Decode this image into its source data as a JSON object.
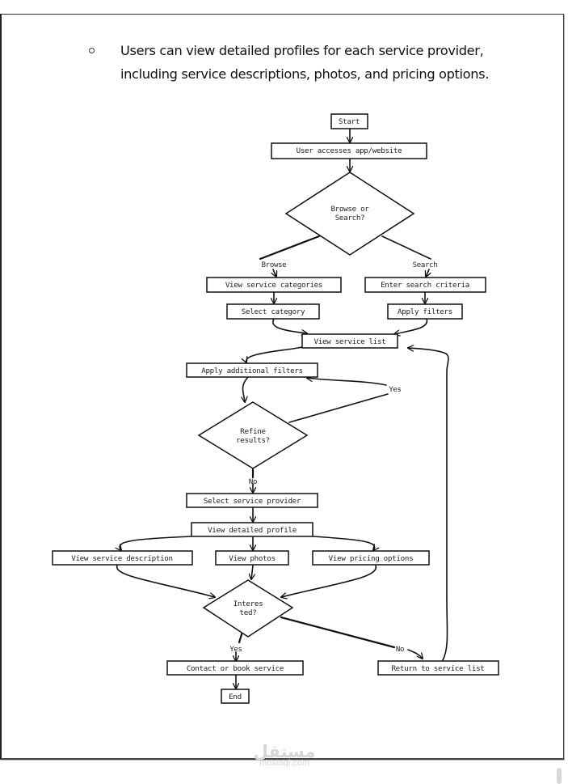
{
  "document": {
    "bullet_text_line1": "Users can view detailed profiles for each service provider,",
    "bullet_text_line2": "including service descriptions, photos, and pricing options.",
    "bullet_icon": "hollow-circle-bullet"
  },
  "flowchart": {
    "nodes": {
      "start": "Start",
      "access": "User accesses app/website",
      "browse_or_search": [
        "Browse or",
        "Search?"
      ],
      "view_categories": "View service categories",
      "enter_search": "Enter search criteria",
      "select_category": "Select category",
      "apply_filters": "Apply filters",
      "view_service_list": "View service list",
      "apply_additional_filters": "Apply additional filters",
      "refine_results": [
        "Refine",
        "results?"
      ],
      "select_provider": "Select service provider",
      "view_profile": "View detailed profile",
      "view_description": "View service description",
      "view_photos": "View photos",
      "view_pricing": "View pricing options",
      "interested": [
        "Interes",
        "ted?"
      ],
      "contact_book": "Contact or book service",
      "return_list": "Return to service list",
      "end": "End"
    },
    "edge_labels": {
      "browse": "Browse",
      "search": "Search",
      "refine_yes": "Yes",
      "refine_no": "No",
      "interested_yes": "Yes",
      "interested_no": "No"
    }
  },
  "watermark": {
    "arabic": "مستقل",
    "latin": "mostaql.com"
  }
}
